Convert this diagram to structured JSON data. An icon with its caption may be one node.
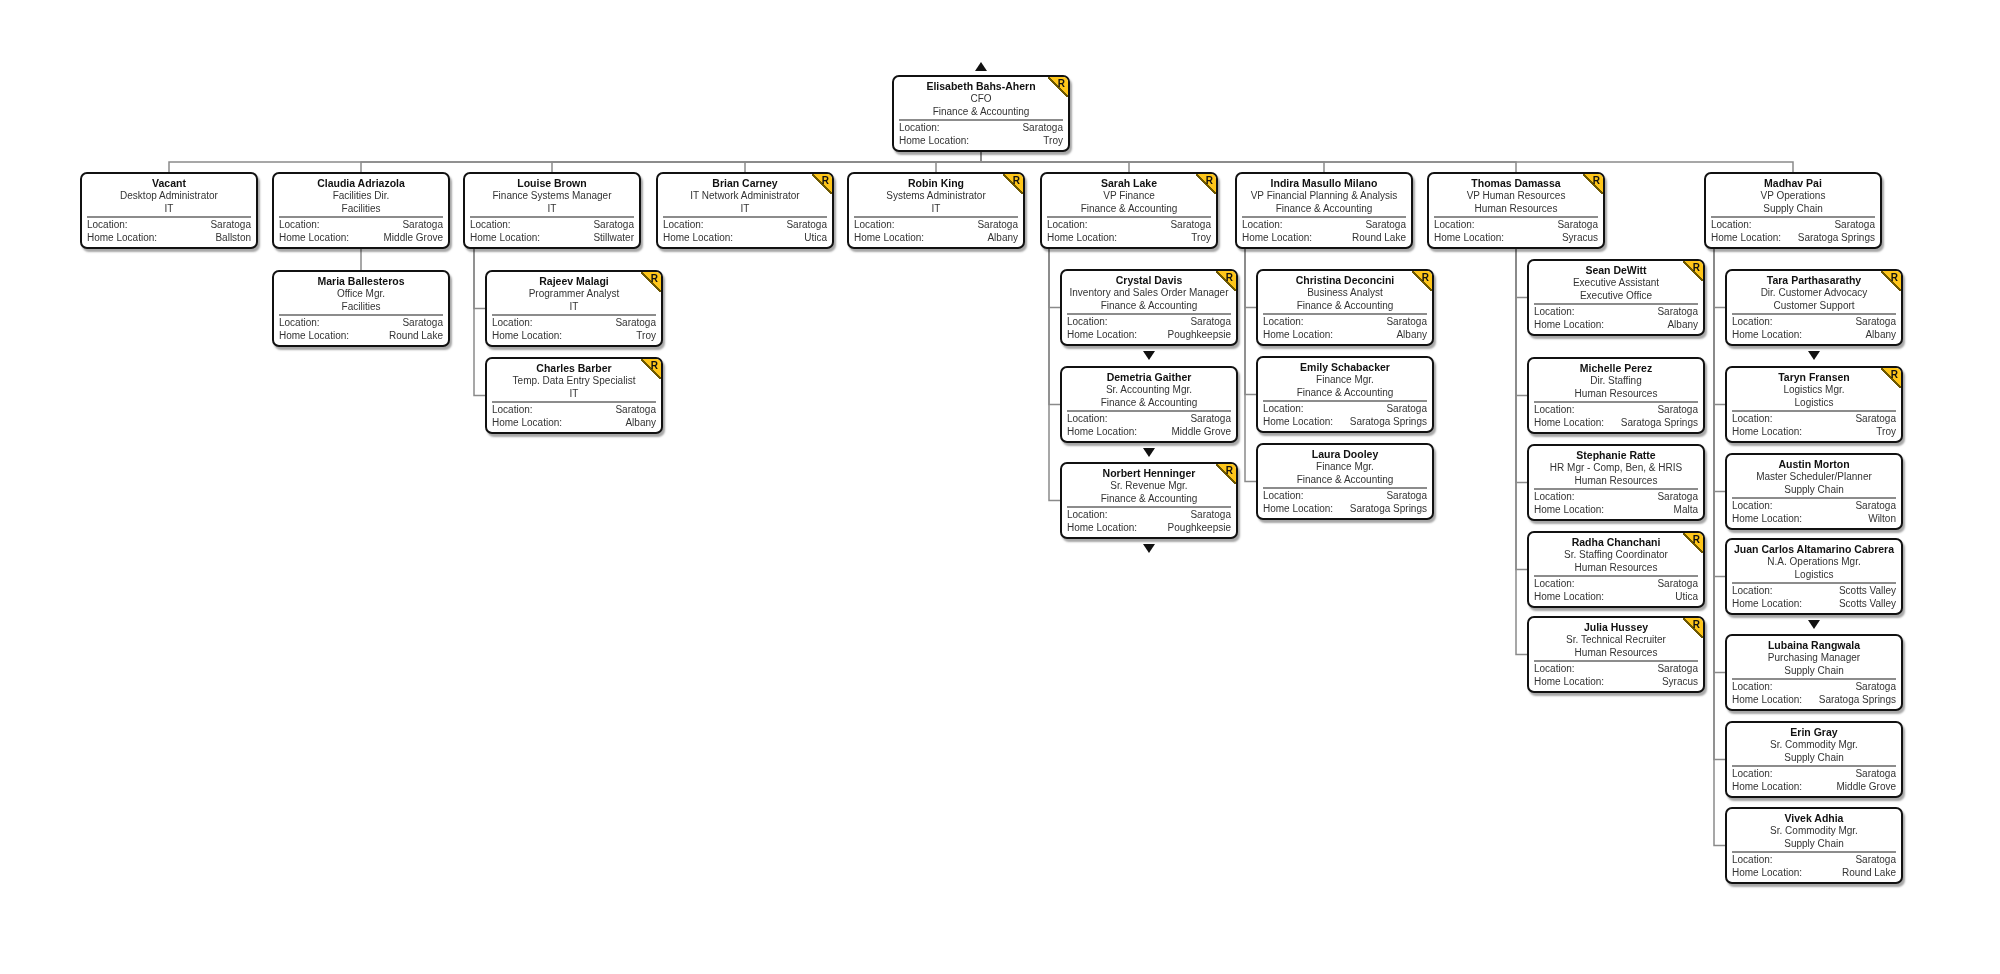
{
  "diagram": {
    "nodes": [
      {
        "text": [
          "Elisabeth Bahs-Ahern",
          "R",
          "CFO",
          "Finance & Accounting",
          "Location:",
          "Saratoga",
          "Home Location:",
          "Troy"
        ]
      },
      {
        "text": [
          "Vacant",
          "Desktop Administrator",
          "IT",
          "Location:",
          "Saratoga",
          "Home Location:",
          "Ballston"
        ]
      },
      {
        "text": [
          "Claudia Adriazola",
          "Facilities Dir.",
          "Facilities",
          "Location:",
          "Saratoga",
          "Home Location:",
          "Middle Grove"
        ]
      },
      {
        "text": [
          "Louise Brown",
          "Finance Systems Manager",
          "IT",
          "Location:",
          "Saratoga",
          "Home Location:",
          "Stillwater"
        ]
      },
      {
        "text": [
          "Brian Carney",
          "R",
          "IT Network Administrator",
          "IT",
          "Location:",
          "Saratoga",
          "Home Location:",
          "Utica"
        ]
      },
      {
        "text": [
          "Robin King",
          "R",
          "Systems Administrator",
          "IT",
          "Location:",
          "Saratoga",
          "Home Location:",
          "Albany"
        ]
      },
      {
        "text": [
          "Sarah Lake",
          "R",
          "VP Finance",
          "Finance & Accounting",
          "Location:",
          "Saratoga",
          "Home Location:",
          "Troy"
        ]
      },
      {
        "text": [
          "Indira Masullo Milano",
          "VP Financial Planning & Analysis",
          "Finance & Accounting",
          "Location:",
          "Saratoga",
          "Home Location:",
          "Round Lake"
        ]
      },
      {
        "text": [
          "Thomas Damassa",
          "R",
          "VP Human Resources",
          "Human Resources",
          "Location:",
          "Saratoga",
          "Home Location:",
          "Syracus"
        ]
      },
      {
        "text": [
          "Madhav Pai",
          "VP Operations",
          "Supply Chain",
          "Location:",
          "Saratoga",
          "Home Location:",
          "Saratoga Springs"
        ]
      },
      {
        "text": [
          "Maria Ballesteros",
          "Office Mgr.",
          "Facilities",
          "Location:",
          "Saratoga",
          "Home Location:",
          "Round Lake"
        ]
      },
      {
        "text": [
          "Rajeev Malagi",
          "R",
          "Programmer Analyst",
          "IT",
          "Location:",
          "Saratoga",
          "Home Location:",
          "Troy"
        ]
      },
      {
        "text": [
          "Charles Barber",
          "R",
          "Temp. Data Entry Specialist",
          "IT",
          "Location:",
          "Saratoga",
          "Home Location:",
          "Albany"
        ]
      },
      {
        "text": [
          "Crystal Davis",
          "R",
          "Inventory and Sales Order Manager",
          "Finance & Accounting",
          "Location:",
          "Saratoga",
          "Home Location:",
          "Poughkeepsie"
        ]
      },
      {
        "text": [
          "Demetria Gaither",
          "Sr. Accounting Mgr.",
          "Finance & Accounting",
          "Location:",
          "Saratoga",
          "Home Location:",
          "Middle Grove"
        ]
      },
      {
        "text": [
          "Norbert Henninger",
          "R",
          "Sr. Revenue Mgr.",
          "Finance & Accounting",
          "Location:",
          "Saratoga",
          "Home Location:",
          "Poughkeepsie"
        ]
      },
      {
        "text": [
          "Christina Deconcini",
          "R",
          "Business Analyst",
          "Finance & Accounting",
          "Location:",
          "Saratoga",
          "Home Location:",
          "Albany"
        ]
      },
      {
        "text": [
          "Emily Schabacker",
          "Finance Mgr.",
          "Finance & Accounting",
          "Location:",
          "Saratoga",
          "Home Location:",
          "Saratoga Springs"
        ]
      },
      {
        "text": [
          "Laura Dooley",
          "Finance Mgr.",
          "Finance & Accounting",
          "Location:",
          "Saratoga",
          "Home Location:",
          "Saratoga Springs"
        ]
      },
      {
        "text": [
          "Sean DeWitt",
          "R",
          "Executive Assistant",
          "Executive Office",
          "Location:",
          "Saratoga",
          "Home Location:",
          "Albany"
        ]
      },
      {
        "text": [
          "Michelle Perez",
          "Dir. Staffing",
          "Human Resources",
          "Location:",
          "Saratoga",
          "Home Location:",
          "Saratoga Springs"
        ]
      },
      {
        "text": [
          "Stephanie Ratte",
          "HR Mgr - Comp, Ben, & HRIS",
          "Human Resources",
          "Location:",
          "Saratoga",
          "Home Location:",
          "Malta"
        ]
      },
      {
        "text": [
          "Radha Chanchani",
          "R",
          "Sr. Staffing Coordinator",
          "Human Resources",
          "Location:",
          "Saratoga",
          "Home Location:",
          "Utica"
        ]
      },
      {
        "text": [
          "Julia Hussey",
          "R",
          "Sr. Technical Recruiter",
          "Human Resources",
          "Location:",
          "Saratoga",
          "Home Location:",
          "Syracus"
        ]
      },
      {
        "text": [
          "Tara Parthasarathy",
          "R",
          "Dir. Customer Advocacy",
          "Customer Support",
          "Location:",
          "Saratoga",
          "Home Location:",
          "Albany"
        ]
      },
      {
        "text": [
          "Taryn Fransen",
          "R",
          "Logistics Mgr.",
          "Logistics",
          "Location:",
          "Saratoga",
          "Home Location:",
          "Troy"
        ]
      },
      {
        "text": [
          "Austin Morton",
          "Master Scheduler/Planner",
          "Supply Chain",
          "Location:",
          "Saratoga",
          "Home Location:",
          "Wilton"
        ]
      },
      {
        "text": [
          "Juan Carlos Altamarino Cabrera",
          "N.A. Operations Mgr.",
          "Logistics",
          "Location:",
          "Scotts Valley",
          "Home Location:",
          "Scotts Valley"
        ]
      },
      {
        "text": [
          "Lubaina Rangwala",
          "Purchasing Manager",
          "Supply Chain",
          "Location:",
          "Saratoga",
          "Home Location:",
          "Saratoga Springs"
        ]
      },
      {
        "text": [
          "Erin Gray",
          "Sr. Commodity Mgr.",
          "Supply Chain",
          "Location:",
          "Saratoga",
          "Home Location:",
          "Middle Grove"
        ]
      },
      {
        "text": [
          "Vivek Adhia",
          "Sr. Commodity Mgr.",
          "Supply Chain",
          "Location:",
          "Saratoga",
          "Home Location:",
          "Round Lake"
        ]
      }
    ],
    "edges": [
      {
        "from": 0,
        "to": 1,
        "arrow": "none"
      },
      {
        "from": 0,
        "to": 2,
        "arrow": "none"
      },
      {
        "from": 0,
        "to": 3,
        "arrow": "none"
      },
      {
        "from": 0,
        "to": 4,
        "arrow": "none"
      },
      {
        "from": 0,
        "to": 5,
        "arrow": "none"
      },
      {
        "from": 0,
        "to": 6,
        "arrow": "none"
      },
      {
        "from": 0,
        "to": 7,
        "arrow": "none"
      },
      {
        "from": 0,
        "to": 8,
        "arrow": "none"
      },
      {
        "from": 0,
        "to": 9,
        "arrow": "none"
      },
      {
        "from": 2,
        "to": 10,
        "arrow": "none"
      },
      {
        "from": 3,
        "to": 11,
        "arrow": "none"
      },
      {
        "from": 3,
        "to": 12,
        "arrow": "none"
      },
      {
        "from": 6,
        "to": 13,
        "arrow": "none"
      },
      {
        "from": 6,
        "to": 14,
        "arrow": "none"
      },
      {
        "from": 6,
        "to": 15,
        "arrow": "none"
      },
      {
        "from": 7,
        "to": 16,
        "arrow": "none"
      },
      {
        "from": 7,
        "to": 17,
        "arrow": "none"
      },
      {
        "from": 7,
        "to": 18,
        "arrow": "none"
      },
      {
        "from": 8,
        "to": 19,
        "arrow": "none"
      },
      {
        "from": 8,
        "to": 20,
        "arrow": "none"
      },
      {
        "from": 8,
        "to": 21,
        "arrow": "none"
      },
      {
        "from": 8,
        "to": 22,
        "arrow": "none"
      },
      {
        "from": 8,
        "to": 23,
        "arrow": "none"
      },
      {
        "from": 9,
        "to": 24,
        "arrow": "none"
      },
      {
        "from": 9,
        "to": 25,
        "arrow": "none"
      },
      {
        "from": 9,
        "to": 26,
        "arrow": "none"
      },
      {
        "from": 9,
        "to": 27,
        "arrow": "none"
      },
      {
        "from": 9,
        "to": 28,
        "arrow": "none"
      },
      {
        "from": 9,
        "to": 29,
        "arrow": "none"
      },
      {
        "from": 9,
        "to": 30,
        "arrow": "none"
      }
    ]
  }
}
